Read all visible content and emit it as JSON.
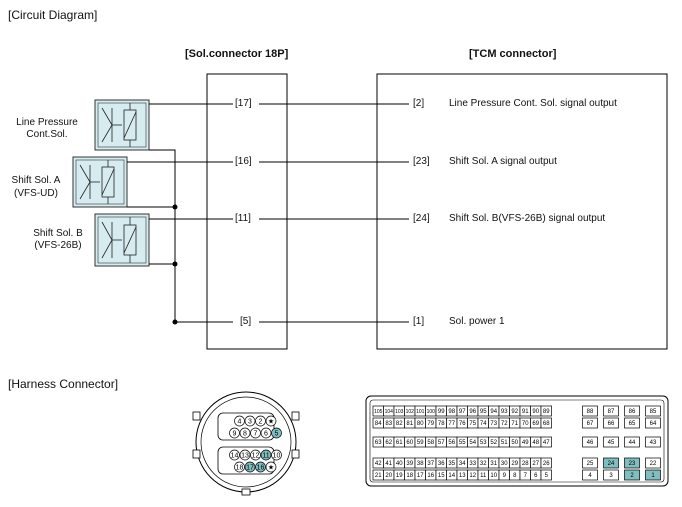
{
  "section_titles": {
    "circuit": "[Circuit Diagram]",
    "harness": "[Harness Connector]"
  },
  "connectors": {
    "sol": "[Sol.connector 18P]",
    "tcm": "[TCM connector]"
  },
  "solenoids": {
    "line_pressure": [
      "Line Pressure",
      "Cont.Sol."
    ],
    "shift_a": [
      "Shift Sol. A",
      "(VFS-UD)"
    ],
    "shift_b": [
      "Shift Sol. B",
      "(VFS-26B)"
    ]
  },
  "circuits": [
    {
      "sol_pin": "[17]",
      "tcm_pin": "[2]",
      "signal": "Line Pressure Cont. Sol.  signal output"
    },
    {
      "sol_pin": "[16]",
      "tcm_pin": "[23]",
      "signal": "Shift Sol. A signal output"
    },
    {
      "sol_pin": "[11]",
      "tcm_pin": "[24]",
      "signal": "Shift Sol. B(VFS-26B) signal output"
    },
    {
      "sol_pin": "[5]",
      "tcm_pin": "[1]",
      "signal": "Sol. power 1"
    }
  ],
  "round_connector": {
    "row1": [
      "4",
      "3",
      "2",
      "★"
    ],
    "row2": [
      "9",
      "8",
      "7",
      "6",
      "5"
    ],
    "row3": [
      "14",
      "13",
      "12",
      "11",
      "10"
    ],
    "row4": [
      "18",
      "17",
      "16",
      "★"
    ],
    "highlight": [
      "5",
      "11",
      "16",
      "17"
    ],
    "highlight_color": "#7fbfbf"
  },
  "tcm_pinout": {
    "rowA": [
      "105",
      "104",
      "103",
      "102",
      "101",
      "100",
      "99",
      "98",
      "97",
      "96",
      "95",
      "94",
      "93",
      "92",
      "91",
      "90",
      "89"
    ],
    "rowB": [
      "84",
      "83",
      "82",
      "81",
      "80",
      "79",
      "78",
      "77",
      "76",
      "75",
      "74",
      "73",
      "72",
      "71",
      "70",
      "69",
      "68"
    ],
    "rowC": [
      "63",
      "62",
      "61",
      "60",
      "59",
      "58",
      "57",
      "56",
      "55",
      "54",
      "53",
      "52",
      "51",
      "50",
      "49",
      "48",
      "47"
    ],
    "rowD": [
      "42",
      "41",
      "40",
      "39",
      "38",
      "37",
      "36",
      "35",
      "34",
      "33",
      "32",
      "31",
      "30",
      "29",
      "28",
      "27",
      "26"
    ],
    "rowE": [
      "21",
      "20",
      "19",
      "18",
      "17",
      "16",
      "15",
      "14",
      "13",
      "12",
      "11",
      "10",
      "9",
      "8",
      "7",
      "6",
      "5"
    ],
    "side": [
      [
        "88",
        "87",
        "86",
        "85"
      ],
      [
        "67",
        "66",
        "65",
        "64"
      ],
      [
        "46",
        "45",
        "44",
        "43"
      ],
      [
        "25",
        "24",
        "23",
        "22"
      ],
      [
        "4",
        "3",
        "2",
        "1"
      ]
    ],
    "highlight": [
      "24",
      "23",
      "2",
      "1"
    ],
    "highlight_color": "#7fbfbf"
  },
  "colors": {
    "solenoid_fill": "#d6ecf0",
    "line": "#000000"
  }
}
